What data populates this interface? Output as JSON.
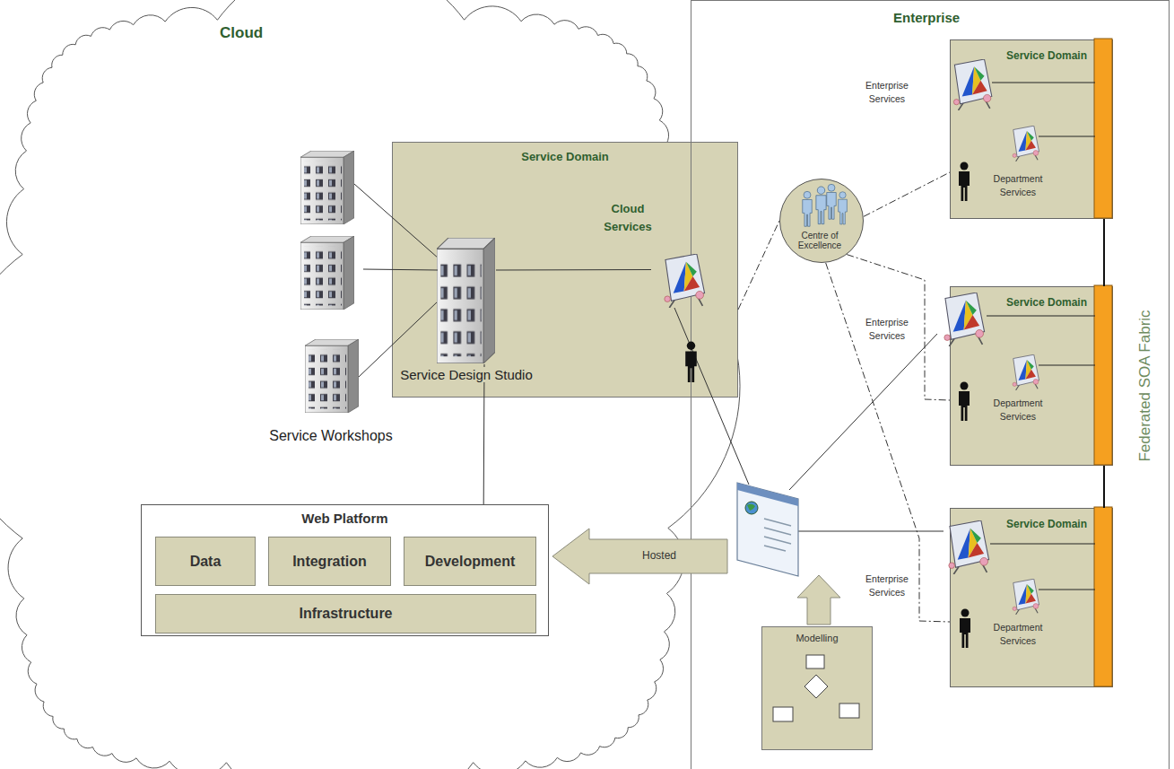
{
  "diagram": {
    "nodes": [
      {
        "text": [
          "Cloud"
        ]
      },
      {
        "text": [
          "Service Workshops"
        ],
        "in": 0
      },
      {
        "text": [
          "Service Domain"
        ],
        "in": 0
      },
      {
        "text": [
          "Service Design Studio"
        ],
        "in": 2
      },
      {
        "text": [
          "Cloud Services"
        ],
        "in": 2
      },
      {
        "text": [
          "Web Platform"
        ],
        "in": 0
      },
      {
        "text": [
          "Data"
        ],
        "in": 5
      },
      {
        "text": [
          "Integration"
        ],
        "in": 5
      },
      {
        "text": [
          "Development"
        ],
        "in": 5
      },
      {
        "text": [
          "Infrastructure"
        ],
        "in": 5
      },
      {
        "text": [
          "Enterprise"
        ]
      },
      {
        "text": [
          "Centre of Excellence"
        ],
        "in": 10
      },
      {
        "text": [
          "Service Domain"
        ],
        "in": 10
      },
      {
        "text": [
          "Enterprise Services"
        ],
        "in": 12
      },
      {
        "text": [
          "Department Services"
        ],
        "in": 12
      },
      {
        "text": [
          "Service Domain"
        ],
        "in": 10
      },
      {
        "text": [
          "Enterprise Services"
        ],
        "in": 15
      },
      {
        "text": [
          "Department Services"
        ],
        "in": 15
      },
      {
        "text": [
          "Service Domain"
        ],
        "in": 10
      },
      {
        "text": [
          "Enterprise Services"
        ],
        "in": 18
      },
      {
        "text": [
          "Department Services"
        ],
        "in": 18
      },
      {
        "text": [
          "Modelling"
        ],
        "in": 10
      },
      {
        "text": [
          "Hosted"
        ]
      }
    ],
    "edges": [
      {
        "from": 1,
        "to": 3,
        "arrow": "none"
      },
      {
        "from": 3,
        "to": 5,
        "arrow": "none"
      },
      {
        "from": 3,
        "to": 4,
        "arrow": "none"
      },
      {
        "from": 2,
        "to": 11,
        "arrow": "none"
      },
      {
        "from": 11,
        "to": 12,
        "arrow": "none"
      },
      {
        "from": 11,
        "to": 15,
        "arrow": "none"
      },
      {
        "from": 11,
        "to": 18,
        "arrow": "none"
      },
      {
        "from": 12,
        "to": 15,
        "arrow": "none"
      },
      {
        "from": 15,
        "to": 18,
        "arrow": "none"
      }
    ],
    "labels": [
      "Federated SOA Fabric"
    ]
  }
}
